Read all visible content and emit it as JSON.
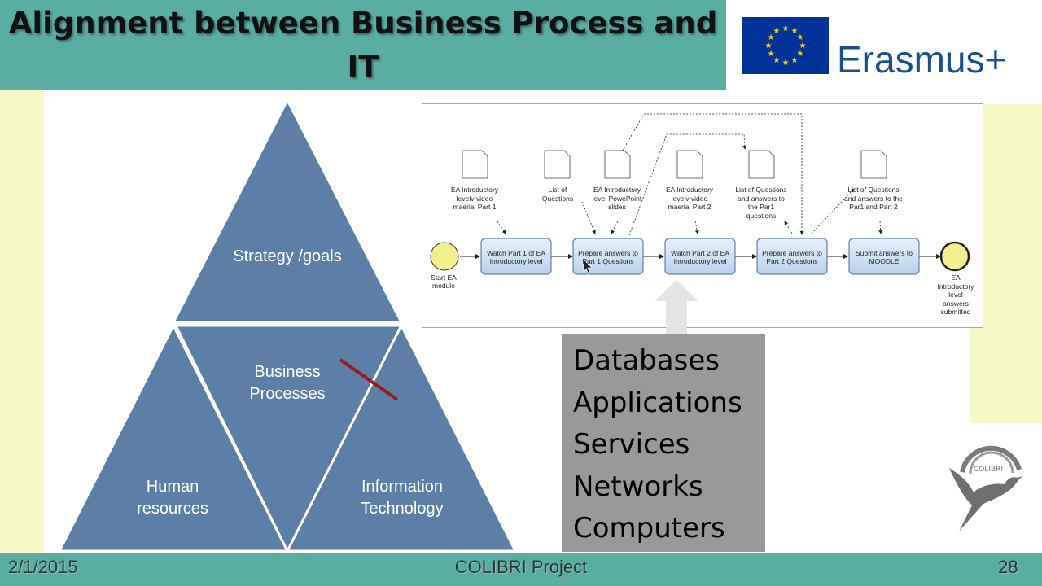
{
  "slide": {
    "title": "Alignment between Business Process and IT",
    "logo_text": "Erasmus+",
    "footer": {
      "date": "2/1/2015",
      "project": "COLIBRI Project",
      "page": "28"
    },
    "colibri_logo_text": "COLIBRI"
  },
  "pyramid": {
    "top": "Strategy /goals",
    "middle": "Business Processes",
    "left": "Human resources",
    "right": "Information Technology"
  },
  "it_components": [
    "Databases",
    "Applications",
    "Services",
    "Networks",
    "Computers"
  ],
  "bpmn": {
    "start_event": "Start EA module",
    "end_event": "EA Introductory level answers submitted",
    "tasks": [
      "Watch Part 1 of EA Introductory level",
      "Prepare answers to Part 1 Questions",
      "Watch Part 2 of EA Introductory level",
      "Prepare answers to Part 2 Questions",
      "Submit answers to MOODLE"
    ],
    "documents": [
      "EA Introductory levelv video maerial Part 1",
      "List of Questions",
      "EA Introductory level PowePoint slides",
      "EA Introductory levelv video maerial Part 2",
      "List of Questions and answers to the Par1 questions",
      "List of Questions and answers to the Par1 and Part 2"
    ]
  },
  "colors": {
    "teal": "#5aada3",
    "pyramid": "#5b7fa6",
    "cream": "#f7f8c8",
    "gray_box": "#999999",
    "eu_blue": "#003399"
  }
}
